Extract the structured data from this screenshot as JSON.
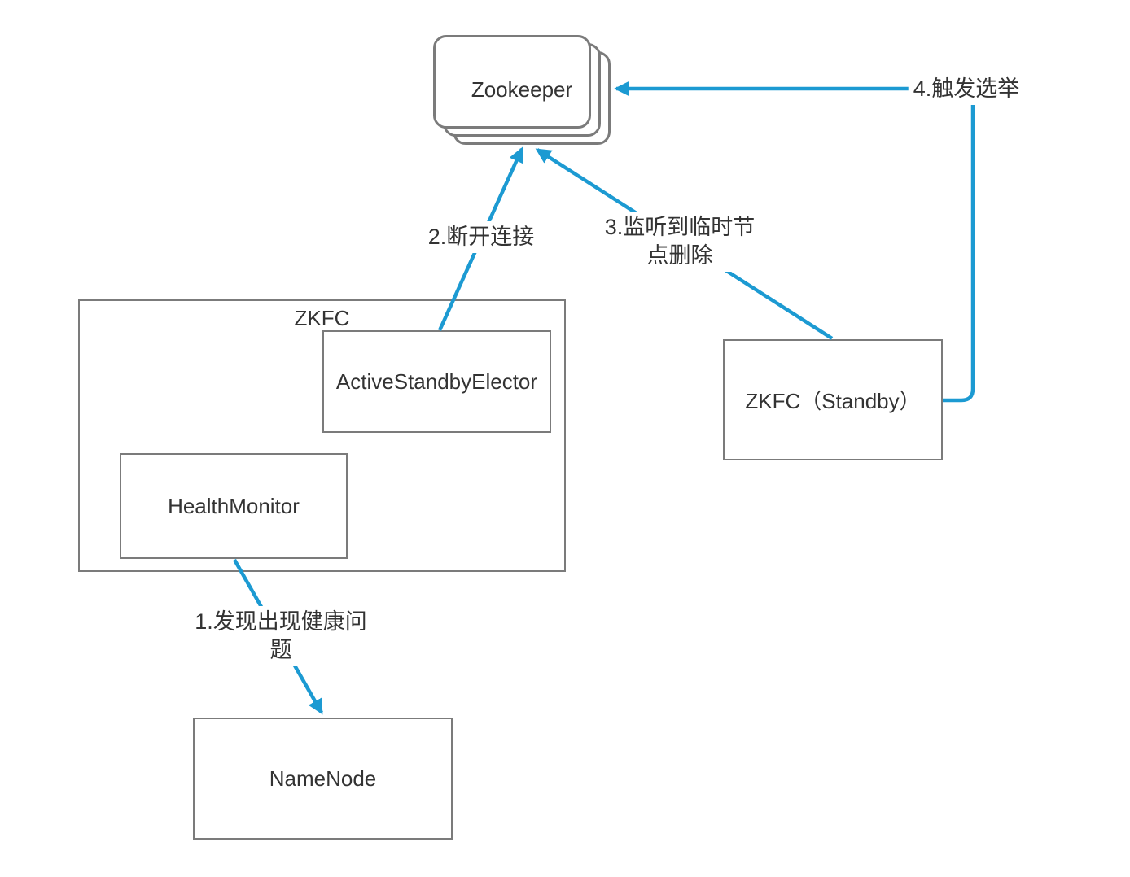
{
  "colors": {
    "arrow": "#1c9ad2",
    "border": "#7b7b7b",
    "text": "#333333",
    "background": "#ffffff"
  },
  "nodes": {
    "zookeeper": {
      "label": "Zookeeper"
    },
    "zkfc": {
      "label": "ZKFC"
    },
    "active_standby_elector": {
      "label": "ActiveStandbyElector"
    },
    "health_monitor": {
      "label": "HealthMonitor"
    },
    "zkfc_standby": {
      "label": "ZKFC（Standby）"
    },
    "namenode": {
      "label": "NameNode"
    }
  },
  "edges": {
    "e1": {
      "from": "health_monitor",
      "to": "namenode",
      "lines": [
        "1.发现出现健康问",
        "题"
      ]
    },
    "e2": {
      "from": "active_standby_elector",
      "to": "zookeeper",
      "lines": [
        "2.断开连接"
      ]
    },
    "e3": {
      "from": "zkfc_standby",
      "to": "zookeeper",
      "lines": [
        "3.监听到临时节",
        "点删除"
      ]
    },
    "e4": {
      "from": "zkfc_standby",
      "to": "zookeeper",
      "lines": [
        "4.触发选举"
      ]
    }
  }
}
